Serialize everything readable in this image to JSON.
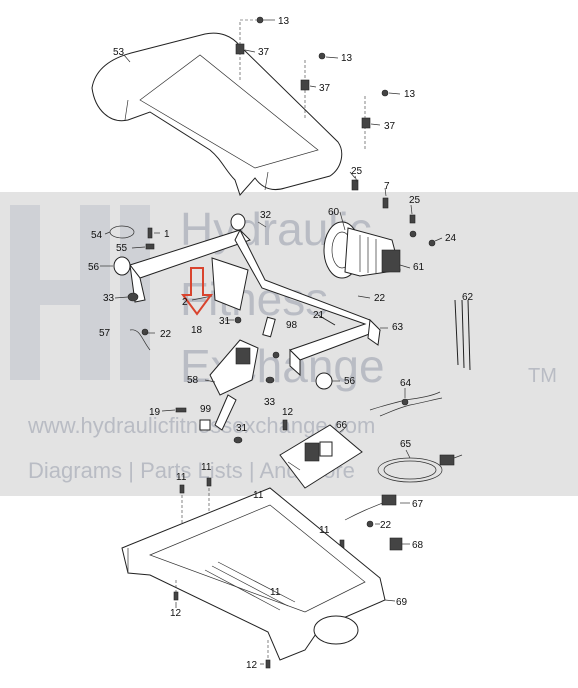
{
  "watermark": {
    "brand_line1": "Hydraulic",
    "brand_line2": "Fitness",
    "brand_line3": "Exchange",
    "trademark": "TM",
    "url": "www.hydraulicfitnessexchange.com",
    "tagline": "Diagrams | Parts Lists | And More"
  },
  "callouts": {
    "c13a": "13",
    "c37a": "37",
    "c53": "53",
    "c13b": "13",
    "c37b": "37",
    "c13c": "13",
    "c37c": "37",
    "c25a": "25",
    "c7": "7",
    "c25b": "25",
    "c32": "32",
    "c54": "54",
    "c1": "1",
    "c60": "60",
    "c24": "24",
    "c55": "55",
    "c56a": "56",
    "c61": "61",
    "c62": "62",
    "c22a": "22",
    "c33a": "33",
    "c2": "2",
    "c31a": "31",
    "c21": "21",
    "c98": "98",
    "c63": "63",
    "c57": "57",
    "c22b": "22",
    "c18": "18",
    "c58": "58",
    "c56b": "56",
    "c64": "64",
    "c33b": "33",
    "c19": "19",
    "c99": "99",
    "c12a": "12",
    "c66": "66",
    "c31b": "31",
    "c65": "65",
    "c11a": "11",
    "c11b": "11",
    "c11c": "11",
    "c67": "67",
    "c22c": "22",
    "c11d": "11",
    "c68": "68",
    "c11e": "11",
    "c69": "69",
    "c12b": "12",
    "c12c": "12"
  },
  "colors": {
    "arrow": "#d9442e",
    "watermark": "#b9bcc4",
    "band": "#e3e3e3"
  }
}
